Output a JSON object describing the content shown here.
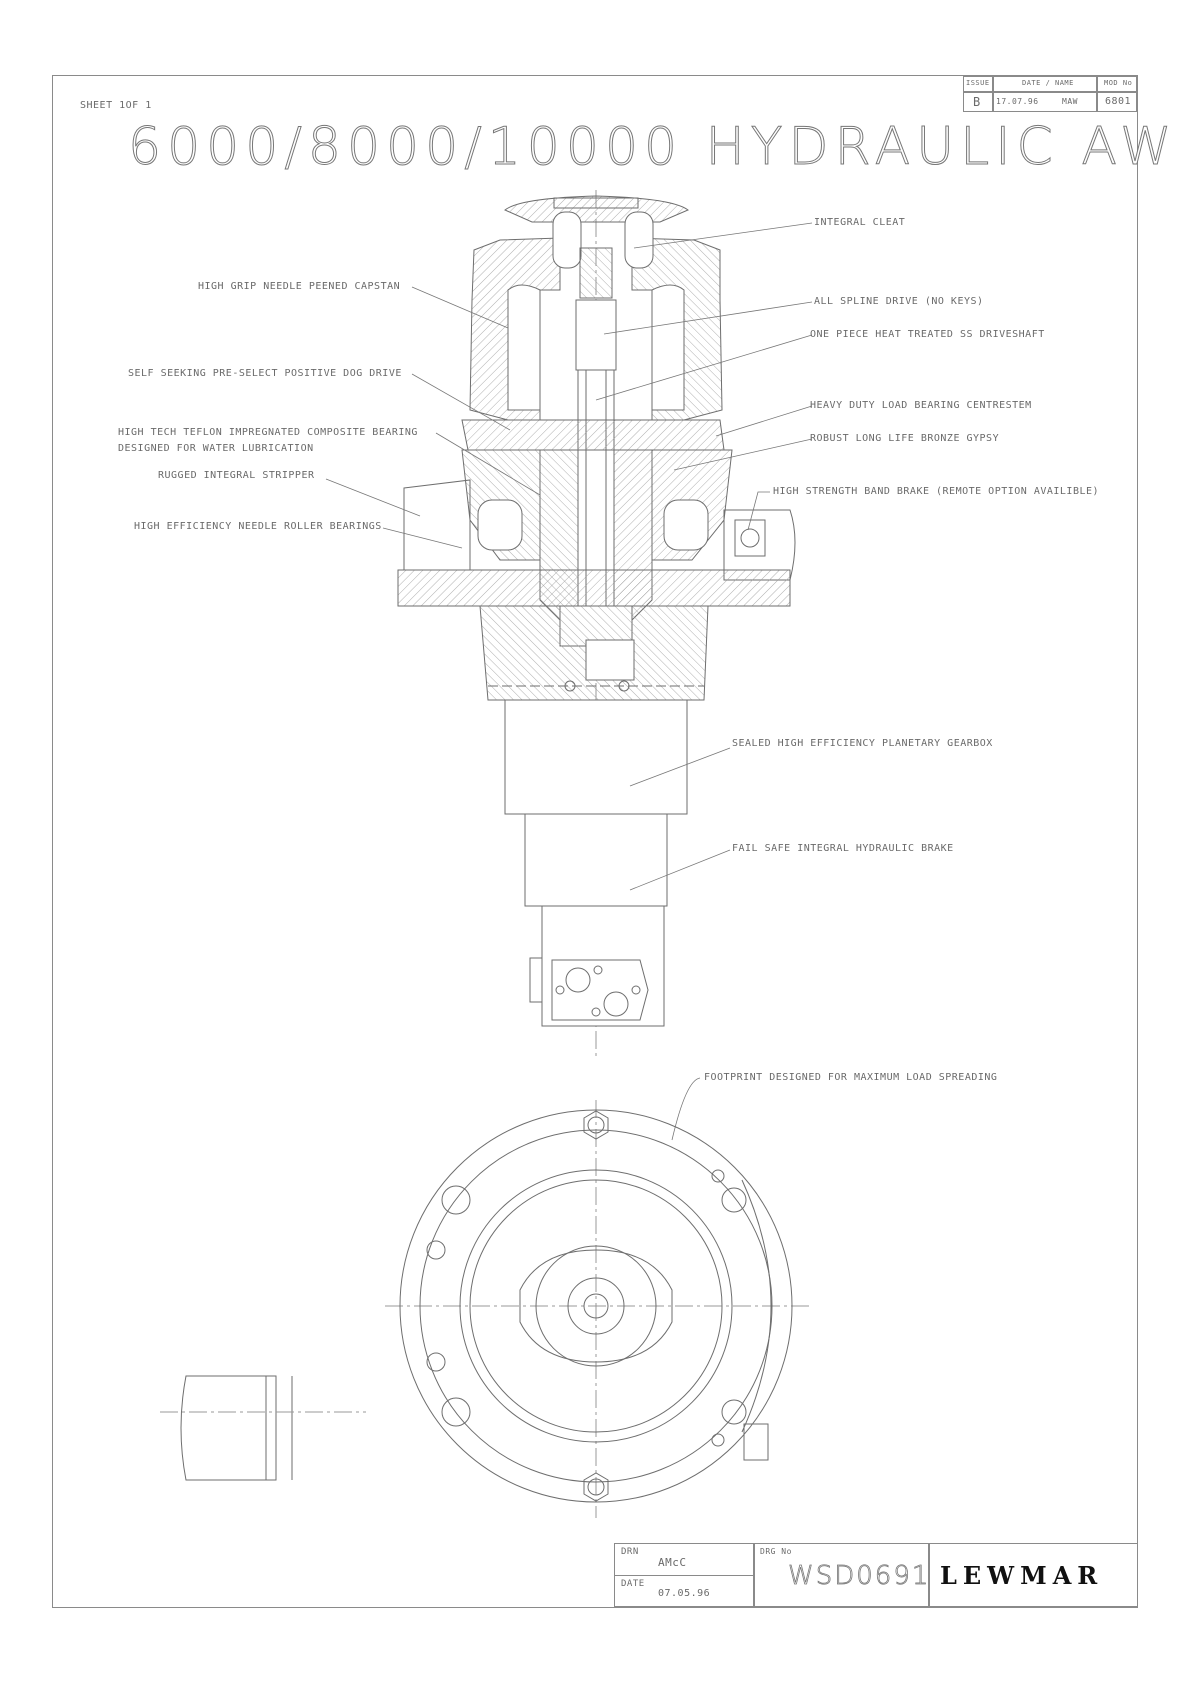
{
  "sheet": "SHEET 1OF 1",
  "title": "6000/8000/10000 HYDRAULIC AW",
  "revision_block": {
    "issue_label": "ISSUE",
    "date_name_label": "DATE / NAME",
    "mod_no_label": "MOD No",
    "issue": "B",
    "date": "17.07.96",
    "name": "MAW",
    "mod_no": "6801"
  },
  "callouts": {
    "integral_cleat": "INTEGRAL CLEAT",
    "capstan": "HIGH GRIP NEEDLE PEENED CAPSTAN",
    "spline_drive": "ALL SPLINE DRIVE (NO KEYS)",
    "driveshaft": "ONE PIECE HEAT TREATED SS DRIVESHAFT",
    "dog_drive": "SELF SEEKING PRE-SELECT POSITIVE DOG DRIVE",
    "centrestem": "HEAVY DUTY LOAD BEARING CENTRESTEM",
    "bearing_line1": "HIGH TECH TEFLON IMPREGNATED COMPOSITE BEARING",
    "bearing_line2": "DESIGNED FOR WATER LUBRICATION",
    "gypsy": "ROBUST LONG LIFE BRONZE GYPSY",
    "stripper": "RUGGED INTEGRAL STRIPPER",
    "band_brake": "HIGH STRENGTH BAND BRAKE (REMOTE OPTION AVAILIBLE)",
    "roller_bearings": "HIGH EFFICIENCY NEEDLE ROLLER BEARINGS",
    "gearbox": "SEALED HIGH EFFICIENCY PLANETARY GEARBOX",
    "hydraulic_brake": "FAIL SAFE INTEGRAL HYDRAULIC BRAKE",
    "footprint": "FOOTPRINT DESIGNED FOR MAXIMUM LOAD SPREADING"
  },
  "title_block": {
    "drn_label": "DRN",
    "drn": "AMcC",
    "date_label": "DATE",
    "date": "07.05.96",
    "drg_no_label": "DRG No",
    "drg_no": "WSD0691",
    "company": "LEWMAR"
  },
  "colors": {
    "line": "#6e6e6e",
    "hatch": "#9a9a9a",
    "text": "#6a6a6a"
  }
}
